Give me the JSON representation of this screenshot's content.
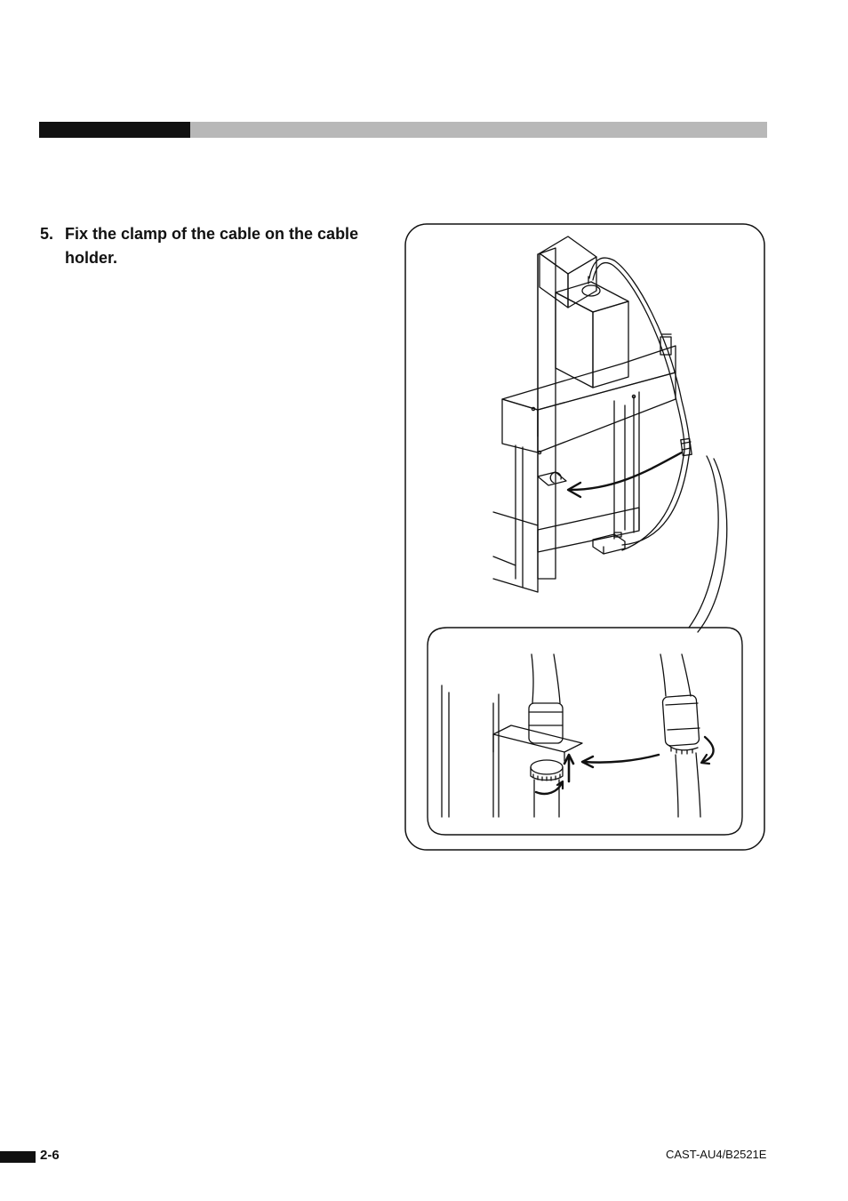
{
  "step": {
    "number": "5.",
    "text": "Fix the clamp of the cable on the cable holder."
  },
  "footer": {
    "page_number": "2-6",
    "doc_code": "CAST-AU4/B2521E"
  }
}
